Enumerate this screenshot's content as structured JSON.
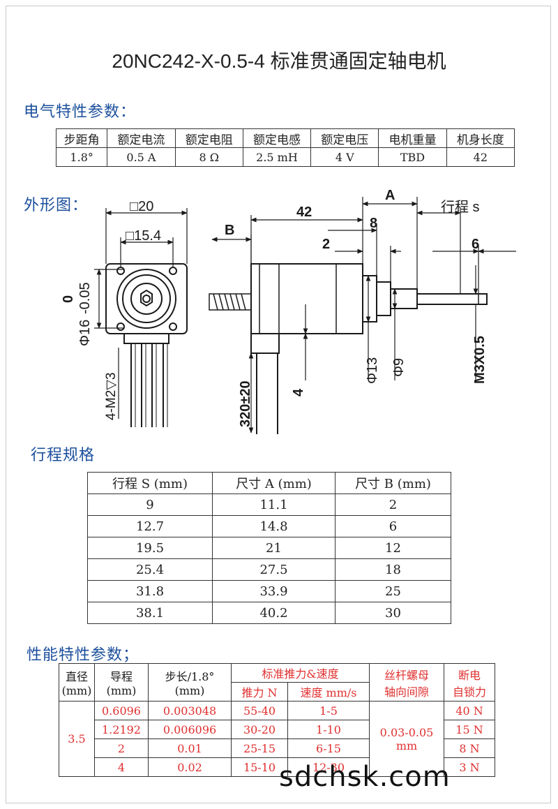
{
  "title": "20NC242-X-0.5-4 标准贯通固定轴电机",
  "electrical": {
    "heading": "电气特性参数：",
    "headers": [
      "步距角",
      "额定电流",
      "额定电阻",
      "额定电感",
      "额定电压",
      "电机重量",
      "机身长度"
    ],
    "values": [
      "1.8°",
      "0.5 A",
      "8 Ω",
      "2.5 mH",
      "4 V",
      "TBD",
      "42"
    ]
  },
  "outline": {
    "heading": "外形图：",
    "front_view": {
      "dim_20": "□20",
      "dim_15_4": "□15.4",
      "dim_shaft_tol": "0",
      "dim_shaft_tol2": "-0.05",
      "dim_phi16": "Φ16",
      "dim_screws": "4-M2▽3"
    },
    "side_view": {
      "dim_B": "B",
      "dim_42": "42",
      "dim_A": "A",
      "dim_8": "8",
      "dim_2": "2",
      "dim_stroke": "行程 s",
      "dim_6": "6",
      "dim_phi13": "Φ13",
      "dim_phi9": "Φ9",
      "dim_4": "4",
      "dim_320": "320±20",
      "dim_thread": "M3X0.5"
    }
  },
  "stroke_spec": {
    "heading": "行程规格",
    "headers": [
      "行程 S (mm)",
      "尺寸 A (mm)",
      "尺寸 B (mm)"
    ],
    "rows": [
      [
        "9",
        "11.1",
        "2"
      ],
      [
        "12.7",
        "14.8",
        "6"
      ],
      [
        "19.5",
        "21",
        "12"
      ],
      [
        "25.4",
        "27.5",
        "18"
      ],
      [
        "31.8",
        "33.9",
        "25"
      ],
      [
        "38.1",
        "40.2",
        "30"
      ]
    ]
  },
  "performance": {
    "heading": "性能特性参数；",
    "headers": {
      "diameter": "直径",
      "diameter_unit": "(mm)",
      "lead": "导程",
      "lead_unit": "(mm)",
      "step": "步长/1.8°",
      "step_unit": "(mm)",
      "thrust_speed": "标准推力&速度",
      "thrust": "推力 N",
      "speed": "速度 mm/s",
      "backlash": "丝杆螺母",
      "backlash2": "轴向间隙",
      "lock": "断电",
      "lock2": "自锁力"
    },
    "diameter": "3.5",
    "backlash_value": "0.03-0.05",
    "backlash_unit": "mm",
    "rows": [
      {
        "lead": "0.6096",
        "step": "0.003048",
        "thrust": "55-40",
        "speed": "1-5",
        "lock": "40 N"
      },
      {
        "lead": "1.2192",
        "step": "0.006096",
        "thrust": "30-20",
        "speed": "1-10",
        "lock": "15 N"
      },
      {
        "lead": "2",
        "step": "0.01",
        "thrust": "25-15",
        "speed": "6-15",
        "lock": "8 N"
      },
      {
        "lead": "4",
        "step": "0.02",
        "thrust": "15-10",
        "speed": "12-30",
        "lock": "3 N"
      }
    ]
  },
  "watermark": "sdchsk.com"
}
